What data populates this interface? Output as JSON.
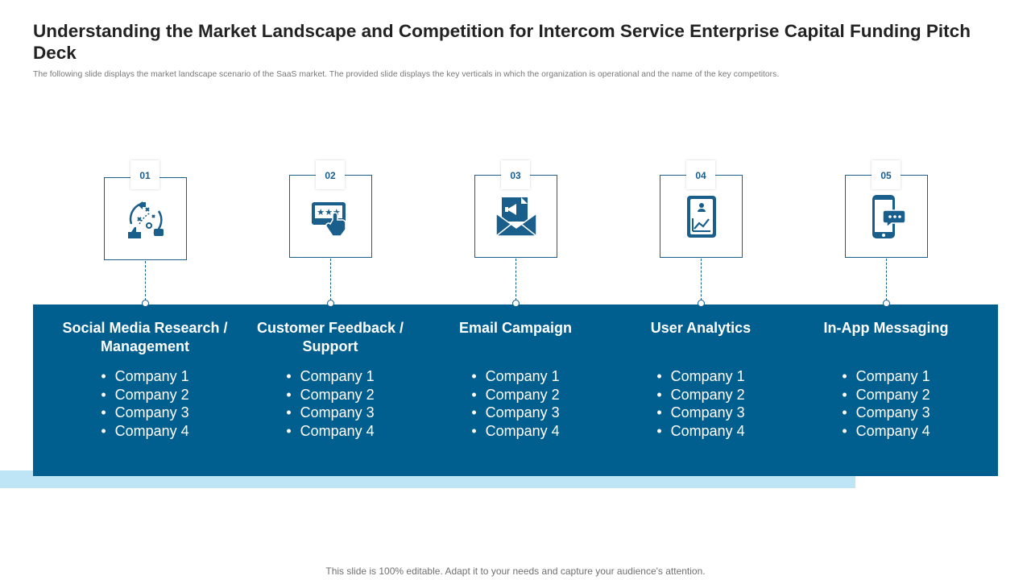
{
  "slide": {
    "title": "Understanding the Market Landscape and Competition for Intercom Service Enterprise Capital Funding Pitch Deck",
    "subtitle": "The following slide displays the market landscape scenario of the SaaS market. The provided slide displays the key verticals in which the organization is operational and the name of the key competitors.",
    "footer": "This slide is 100% editable. Adapt it to your needs and capture your audience's attention."
  },
  "colors": {
    "primary": "#005f8f",
    "accent_light": "#bde5f5",
    "icon": "#1a5e8c"
  },
  "verticals": [
    {
      "number": "01",
      "icon": "social-media-strategy-icon",
      "title": "Social Media Research / Management",
      "companies": [
        "Company 1",
        "Company 2",
        "Company 3",
        "Company 4"
      ]
    },
    {
      "number": "02",
      "icon": "rating-feedback-icon",
      "title": "Customer Feedback / Support",
      "companies": [
        "Company 1",
        "Company 2",
        "Company 3",
        "Company 4"
      ]
    },
    {
      "number": "03",
      "icon": "email-campaign-icon",
      "title": "Email Campaign",
      "companies": [
        "Company 1",
        "Company 2",
        "Company 3",
        "Company 4"
      ]
    },
    {
      "number": "04",
      "icon": "user-analytics-icon",
      "title": "User Analytics",
      "companies": [
        "Company 1",
        "Company 2",
        "Company 3",
        "Company 4"
      ]
    },
    {
      "number": "05",
      "icon": "in-app-messaging-icon",
      "title": "In-App Messaging",
      "companies": [
        "Company 1",
        "Company 2",
        "Company 3",
        "Company 4"
      ]
    }
  ]
}
